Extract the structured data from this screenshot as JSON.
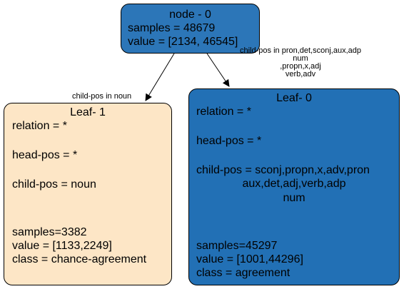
{
  "colors": {
    "root_fill": "#2c76b8",
    "left_leaf_fill": "#fde6c6",
    "right_leaf_fill": "#2270b5",
    "stroke": "#000000"
  },
  "nodes": {
    "root": {
      "title": "node - 0",
      "samples": "samples = 48679",
      "value": "value = [2134, 46545]"
    },
    "left": {
      "title": "Leaf- 1",
      "relation": "relation = *",
      "head_pos": "head-pos = *",
      "child_pos": "child-pos = noun",
      "samples": "samples=3382",
      "value": "value = [1133,2249]",
      "class": "class = chance-agreement"
    },
    "right": {
      "title": "Leaf- 0",
      "relation": "relation = *",
      "head_pos": "head-pos = *",
      "child_pos_1": "child-pos = sconj,propn,x,adv,pron",
      "child_pos_2": "aux,det,adj,verb,adp",
      "child_pos_3": "num",
      "samples": "samples=45297",
      "value": "value = [1001,44296]",
      "class": "class = agreement"
    }
  },
  "edges": {
    "left_label": "child-pos in noun",
    "right_label_lines": [
      "child-pos in pron,det,sconj,aux,adp",
      "num",
      ",propn,x,adj",
      "verb,adv"
    ]
  }
}
